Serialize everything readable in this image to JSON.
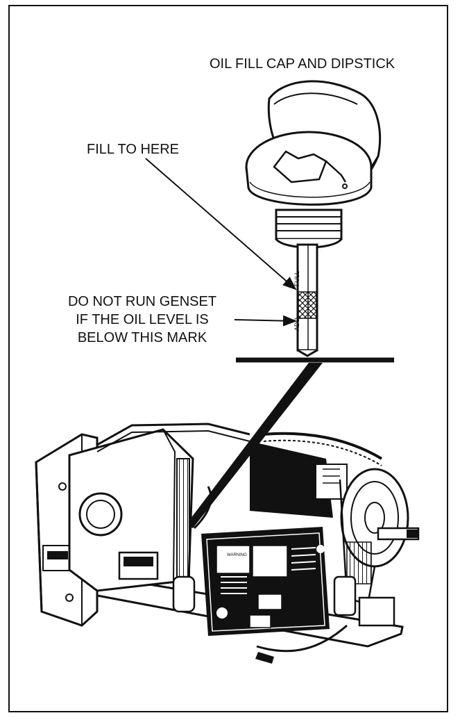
{
  "labels": {
    "cap": "OIL FILL CAP AND DIPSTICK",
    "fill": "FILL TO HERE",
    "warning": [
      "DO NOT RUN GENSET",
      "IF THE OIL LEVEL IS",
      "BELOW THIS MARK"
    ]
  },
  "dipstick_marks": {
    "full": "FULL",
    "add": "ADD"
  },
  "panel": {
    "warning_text": "WARNING"
  }
}
